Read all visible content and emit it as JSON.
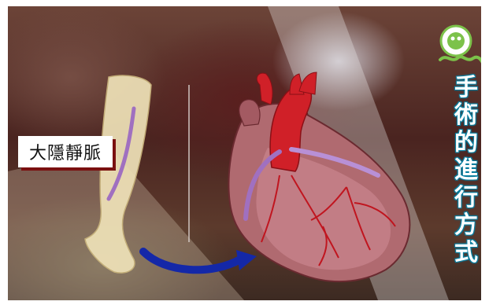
{
  "scene": {
    "vein_label": "大隱靜脈",
    "title_vertical": [
      "手",
      "術",
      "的",
      "進",
      "行",
      "方",
      "式"
    ]
  },
  "colors": {
    "label_shadow": "#7a1010",
    "title_outline": "#0a7fa0",
    "logo_green": "#7cc24a",
    "arrow_blue": "#1428a8",
    "vein_purple": "#a070c0",
    "heart_red": "#d02028"
  },
  "icons": {
    "logo": "green-cartoon-mascot-icon",
    "arrow": "curved-arrow-icon"
  }
}
